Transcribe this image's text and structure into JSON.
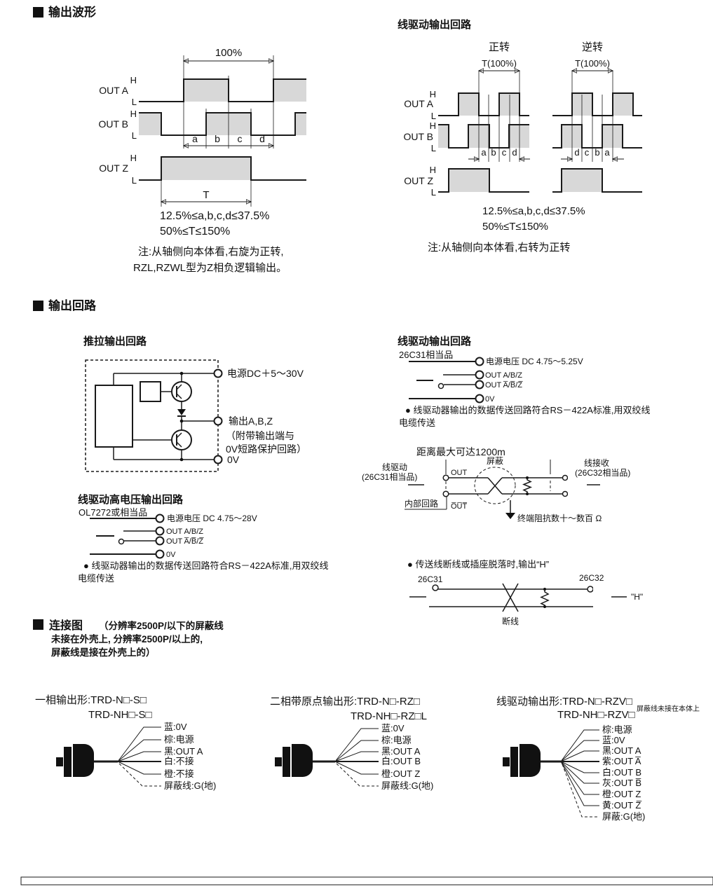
{
  "s1": {
    "title": "输出波形"
  },
  "s2": {
    "title": "输出回路"
  },
  "wl": {
    "out_a": "OUT A",
    "out_b": "OUT B",
    "out_z": "OUT Z",
    "h": "H",
    "l": "L",
    "pct": "100%",
    "seg_a": "a",
    "seg_b": "b",
    "seg_c": "c",
    "seg_d": "d",
    "t": "T",
    "c1": "12.5%≤a,b,c,d≤37.5%",
    "c2": "50%≤T≤150%",
    "note1": "注:从轴侧向本体看,右旋为正转,",
    "note2": "RZL,RZWL型为Z相负逻辑输出。"
  },
  "wr": {
    "title": "线驱动输出回路",
    "fwd": "正转",
    "rev": "逆转",
    "t100": "T(100%)",
    "out_a": "OUT A",
    "out_b": "OUT B",
    "out_z": "OUT Z",
    "h": "H",
    "l": "L",
    "fwd_segs": [
      "a",
      "b",
      "c",
      "d"
    ],
    "rev_segs": [
      "d",
      "c",
      "b",
      "a"
    ],
    "c1": "12.5%≤a,b,c,d≤37.5%",
    "c2": "50%≤T≤150%",
    "note": "注:从轴侧向本体看,右转为正转"
  },
  "pp": {
    "title": "推拉输出回路",
    "power": "电源DC＋5～30V",
    "out": "输出A,B,Z",
    "note1": "（附带输出端与",
    "note2": "0V短路保护回路）",
    "zero": "0V"
  },
  "hv": {
    "title": "线驱动高电压输出回路",
    "chip": "OL7272或相当品",
    "power": "电源电压 DC 4.75～28V",
    "out": "OUT A/B/Z",
    "outbar": "OUT A̅/B̅/Z̅",
    "zero": "0V",
    "b1": "● 线驱动器输出的数据传送回路符合RS－422A标准,用双绞线",
    "b2": "电缆传送"
  },
  "ld": {
    "title": "线驱动输出回路",
    "chip": "26C31相当品",
    "power": "电源电压 DC 4.75～5.25V",
    "out": "OUT A/B/Z",
    "outbar": "OUT A̅/B̅/Z̅",
    "zero": "0V",
    "b1": "● 线驱动器输出的数据传送回路符合RS－422A标准,用双绞线",
    "b2": "电缆传送"
  },
  "tr": {
    "distance": "距离最大可达1200m",
    "drv1": "线驱动",
    "drv2": "(26C31相当品)",
    "out": "OUT",
    "outbar": "O̅U̅T̅",
    "internal": "内部回路",
    "shield": "屏蔽",
    "rcv1": "线接收",
    "rcv2": "(26C32相当品)",
    "term": "终端阻抗数十～数百 Ω"
  },
  "bk": {
    "bullet": "● 传送线断线或插座脱落时,输出“H”",
    "left": "26C31",
    "right": "26C32",
    "label": "断线",
    "h": "\"H\""
  },
  "cn": {
    "title": "连接图",
    "n1": "（分辨率2500P/以下的屏蔽线",
    "n2": "未接在外壳上, 分辨率2500P/以上的,",
    "n3": "屏蔽线是接在外壳上的）",
    "d1": {
      "t1": "一相输出形:TRD-N□-S□",
      "t2": "TRD-NH□-S□",
      "wires": [
        "蓝:0V",
        "棕:电源",
        "黑:OUT A",
        "白:不接",
        "橙:不接",
        "屏蔽线:G(地)"
      ]
    },
    "d2": {
      "t1": "二相带原点输出形:TRD-N□-RZ□",
      "t2": "TRD-NH□-RZ□L",
      "wires": [
        "蓝:0V",
        "棕:电源",
        "黑:OUT A",
        "白:OUT B",
        "橙:OUT Z",
        "屏蔽线:G(地)"
      ]
    },
    "d3": {
      "t1": "线驱动输出形:TRD-N□-RZV□",
      "t2": "TRD-NH□-RZV□",
      "note": "屏蔽线未接在本体上",
      "wires": [
        "棕:电源",
        "蓝:0V",
        "黑:OUT A",
        "紫:OUT A̅",
        "白:OUT B",
        "灰:OUT B̅",
        "橙:OUT Z",
        "黄:OUT Z̅",
        "屏蔽:G(地)"
      ]
    }
  },
  "ft": {
    "color_left": "#3a8ec9",
    "color_right": "#eaf5fc"
  }
}
